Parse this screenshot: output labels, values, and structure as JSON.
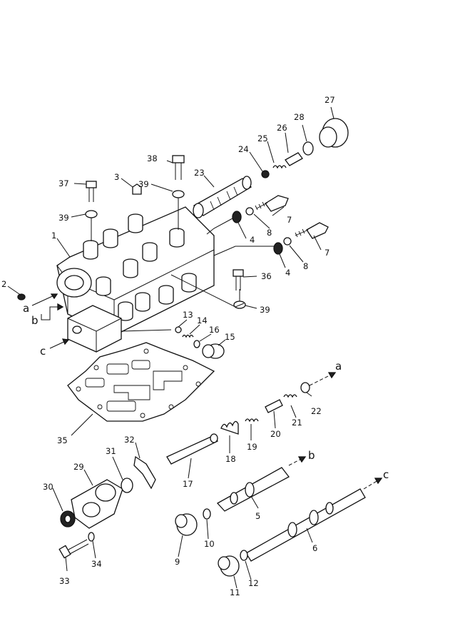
{
  "labels": {
    "p1": "1",
    "p2": "2",
    "p3": "3",
    "p4a": "4",
    "p4b": "4",
    "p5": "5",
    "p6": "6",
    "p7a": "7",
    "p7b": "7",
    "p8a": "8",
    "p8b": "8",
    "p9": "9",
    "p10": "10",
    "p11": "11",
    "p12": "12",
    "p13": "13",
    "p14": "14",
    "p15": "15",
    "p16": "16",
    "p17": "17",
    "p18": "18",
    "p19": "19",
    "p20": "20",
    "p21": "21",
    "p22": "22",
    "p23": "23",
    "p24": "24",
    "p25": "25",
    "p26": "26",
    "p27": "27",
    "p28": "28",
    "p29": "29",
    "p30": "30",
    "p31": "31",
    "p32": "32",
    "p33": "33",
    "p34": "34",
    "p35": "35",
    "p36": "36",
    "p37": "37",
    "p38": "38",
    "p39a": "39",
    "p39b": "39",
    "p39c": "39"
  },
  "flow_letters": {
    "a_left": "a",
    "b_left": "b",
    "c_left": "c",
    "a_right": "a",
    "b_right": "b",
    "c_right": "c"
  }
}
